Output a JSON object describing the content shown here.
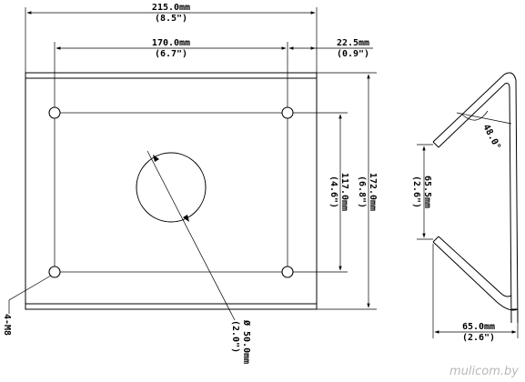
{
  "dimensions": {
    "overall_width": {
      "metric": "215.0mm",
      "imperial": "(8.5\")"
    },
    "hole_spacing_horizontal": {
      "metric": "170.0mm",
      "imperial": "(6.7\")"
    },
    "edge_offset": {
      "metric": "22.5mm",
      "imperial": "(0.9\")"
    },
    "hole_spacing_vertical": {
      "metric": "117.0mm",
      "imperial": "(4.6\")"
    },
    "overall_height": {
      "metric": "172.0mm",
      "imperial": "(6.8\")"
    },
    "center_hole": {
      "metric": "Ø 50.0mm",
      "imperial": "(2.0\")"
    },
    "mounting_holes": {
      "label": "4-M8"
    },
    "bend_angle": {
      "value": "48.0°"
    },
    "side_opening": {
      "metric": "65.5mm",
      "imperial": "(2.6\")"
    },
    "side_depth": {
      "metric": "65.0mm",
      "imperial": "(2.6\")"
    }
  },
  "watermark": "mulicom.by"
}
